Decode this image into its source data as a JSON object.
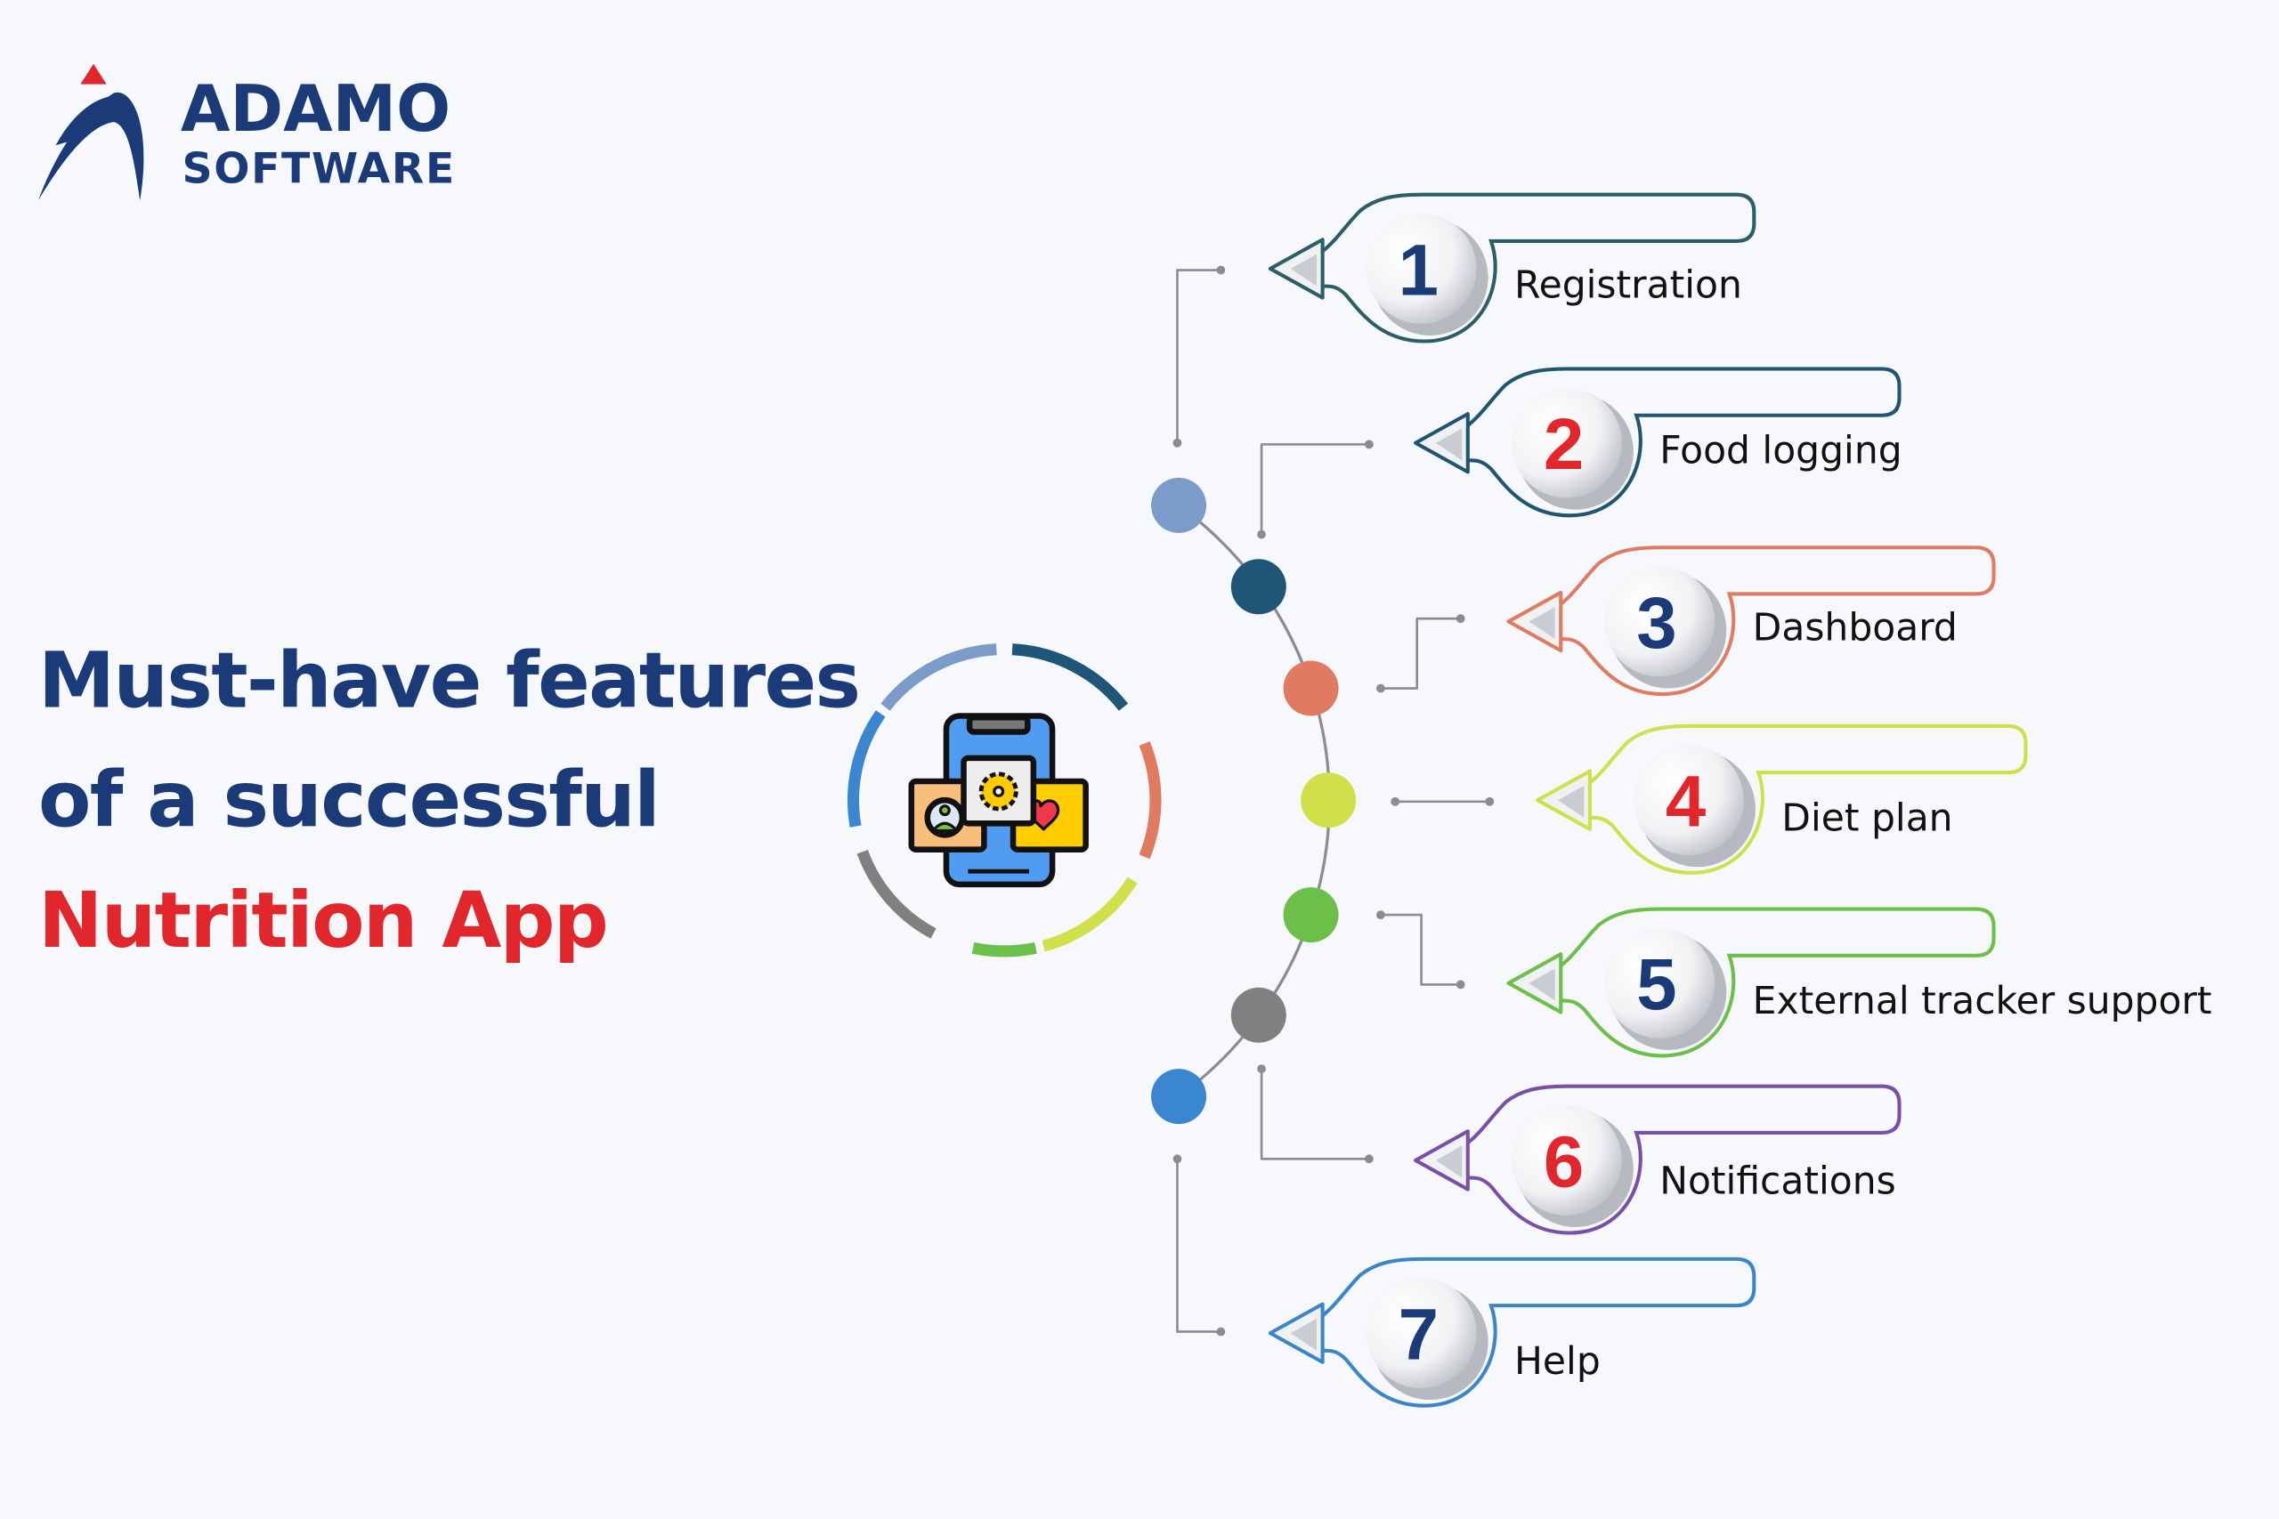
{
  "logo": {
    "line1": "ADAMO",
    "line2": "SOFTWARE"
  },
  "title": {
    "line1": "Must-have features",
    "line2": "of a successful",
    "line3": "Nutrition App"
  },
  "colors": {
    "navy": "#1b3a78",
    "red": "#e1262c",
    "connector": "#8a8c90"
  },
  "features": [
    {
      "number": "1",
      "label": "Registration",
      "color": "#2b5f66",
      "dot": "#7b9cc8",
      "numColor": "#1b3a78"
    },
    {
      "number": "2",
      "label": "Food logging",
      "color": "#1f5570",
      "dot": "#1f5577",
      "numColor": "#e1262c"
    },
    {
      "number": "3",
      "label": "Dashboard",
      "color": "#e07b62",
      "dot": "#e07b62",
      "numColor": "#1b3a78"
    },
    {
      "number": "4",
      "label": "Diet plan",
      "color": "#cfe04a",
      "dot": "#cfe04a",
      "numColor": "#e1262c"
    },
    {
      "number": "5",
      "label": "External tracker support",
      "color": "#6cc04a",
      "dot": "#6cc04a",
      "numColor": "#1b3a78"
    },
    {
      "number": "6",
      "label": "Notifications",
      "color": "#7b4fa8",
      "dot": "#808080",
      "numColor": "#e1262c"
    },
    {
      "number": "7",
      "label": "Help",
      "color": "#3a86c8",
      "dot": "#3a86d0",
      "numColor": "#1b3a78"
    }
  ]
}
